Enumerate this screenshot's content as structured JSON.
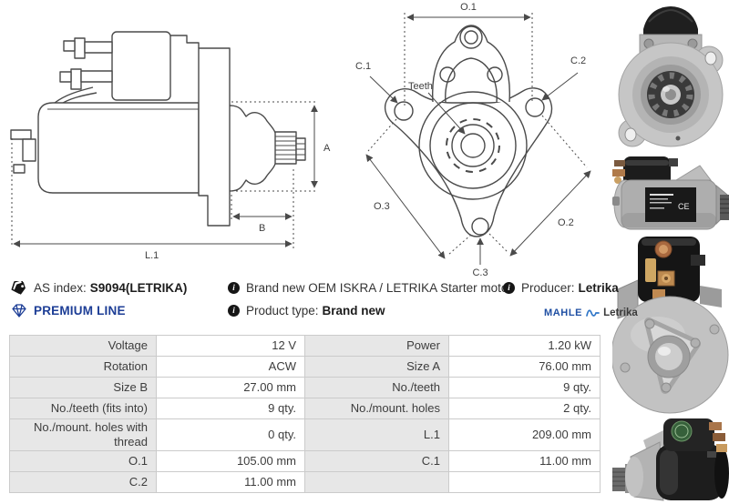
{
  "diagram_side": {
    "dim_a": "A",
    "dim_b": "B",
    "dim_l1": "L.1"
  },
  "diagram_front": {
    "dim_o1": "O.1",
    "dim_o2": "O.2",
    "dim_o3": "O.3",
    "dim_c1": "C.1",
    "dim_c2": "C.2",
    "dim_c3": "C.3",
    "teeth": "Teeth"
  },
  "info": {
    "as_index": {
      "label": "AS index:",
      "value": "S9094(LETRIKA)"
    },
    "premium_line": "PREMIUM LINE",
    "description": "Brand new OEM ISKRA / LETRIKA Starter motor",
    "product_type": {
      "label": "Product type:",
      "value": "Brand new"
    },
    "producer": {
      "label": "Producer:",
      "value": "Letrika"
    },
    "brand": {
      "mahle": "MAHLE",
      "letrika": "Letrika"
    },
    "info_icon_glyph": "i"
  },
  "photos": {
    "ce_mark": "CE"
  },
  "colors": {
    "premium_blue": "#1d3e96",
    "mahle_blue": "#1f4fa3",
    "table_label_bg": "#e7e7e7",
    "table_border": "#cbcbcb",
    "drawing_stroke": "#4a4a4a",
    "text": "#3c3c3c",
    "green_badge": "#36603a"
  },
  "spec_table": {
    "rows": [
      {
        "l_label": "Voltage",
        "l_value": "12 V",
        "r_label": "Power",
        "r_value": "1.20 kW"
      },
      {
        "l_label": "Rotation",
        "l_value": "ACW",
        "r_label": "Size A",
        "r_value": "76.00 mm"
      },
      {
        "l_label": "Size B",
        "l_value": "27.00 mm",
        "r_label": "No./teeth",
        "r_value": "9 qty."
      },
      {
        "l_label": "No./teeth (fits into)",
        "l_value": "9 qty.",
        "r_label": "No./mount. holes",
        "r_value": "2 qty."
      },
      {
        "l_label": "No./mount. holes with thread",
        "l_value": "0 qty.",
        "r_label": "L.1",
        "r_value": "209.00 mm"
      },
      {
        "l_label": "O.1",
        "l_value": "105.00 mm",
        "r_label": "C.1",
        "r_value": "11.00 mm"
      },
      {
        "l_label": "C.2",
        "l_value": "11.00 mm",
        "r_label": "",
        "r_value": ""
      }
    ]
  }
}
